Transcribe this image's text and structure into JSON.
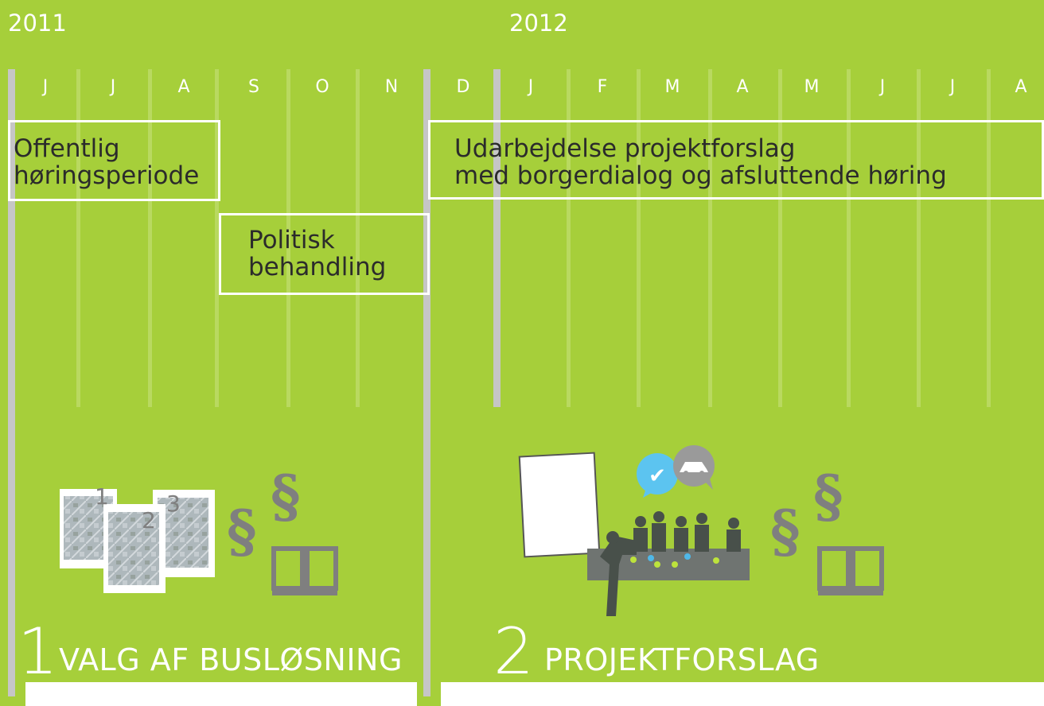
{
  "years": [
    "2011",
    "2012"
  ],
  "months": [
    "J",
    "J",
    "A",
    "S",
    "O",
    "N",
    "D",
    "J",
    "F",
    "M",
    "A",
    "M",
    "J",
    "J",
    "A"
  ],
  "tasks": [
    {
      "label_line1": "Offentlig",
      "label_line2": "høringsperiode"
    },
    {
      "label_line1": "Politisk",
      "label_line2": "behandling"
    },
    {
      "label_line1": "Udarbejdelse projektforslag",
      "label_line2": "med borgerdialog og afsluttende høring"
    }
  ],
  "phases": [
    {
      "number": "1",
      "title": "VALG AF BUSLØSNING",
      "map_labels": [
        "1",
        "2",
        "3"
      ]
    },
    {
      "number": "2",
      "title": "PROJEKTFORSLAG"
    }
  ],
  "icons": {
    "section": "section-sign-icon",
    "book": "book-icon",
    "check": "check-bubble-icon",
    "car": "car-bubble-icon"
  },
  "colors": {
    "background": "#a6cf3a",
    "grid_line": "#b9d960",
    "divider": "#c6c6c6",
    "text": "#2b2b2b",
    "box_border": "#ffffff"
  }
}
